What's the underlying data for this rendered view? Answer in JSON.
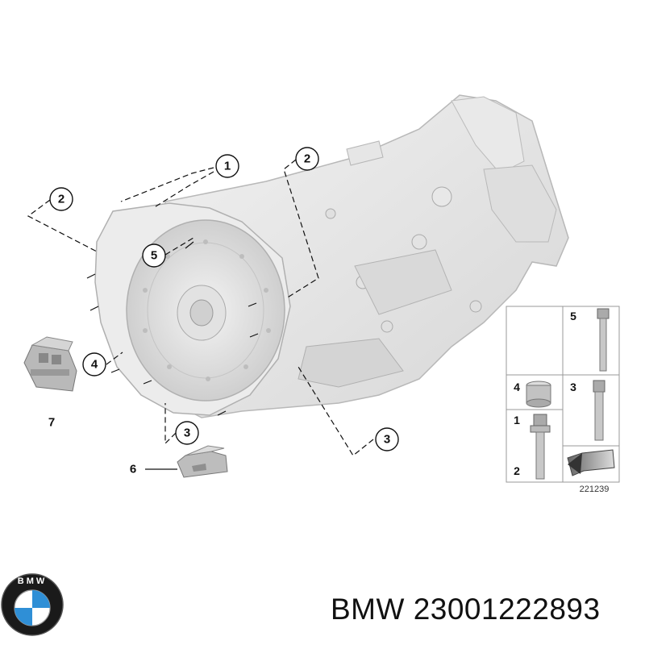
{
  "diagram": {
    "callouts": [
      "1",
      "2",
      "2",
      "5",
      "4",
      "3",
      "3"
    ],
    "plain_labels": [
      "7",
      "6"
    ],
    "legend": {
      "cells": [
        "5",
        "4",
        "3",
        "1",
        "2"
      ],
      "diagram_id": "221239"
    }
  },
  "brand": {
    "logo_text": "BMW",
    "caption": "BMW 23001222893"
  }
}
